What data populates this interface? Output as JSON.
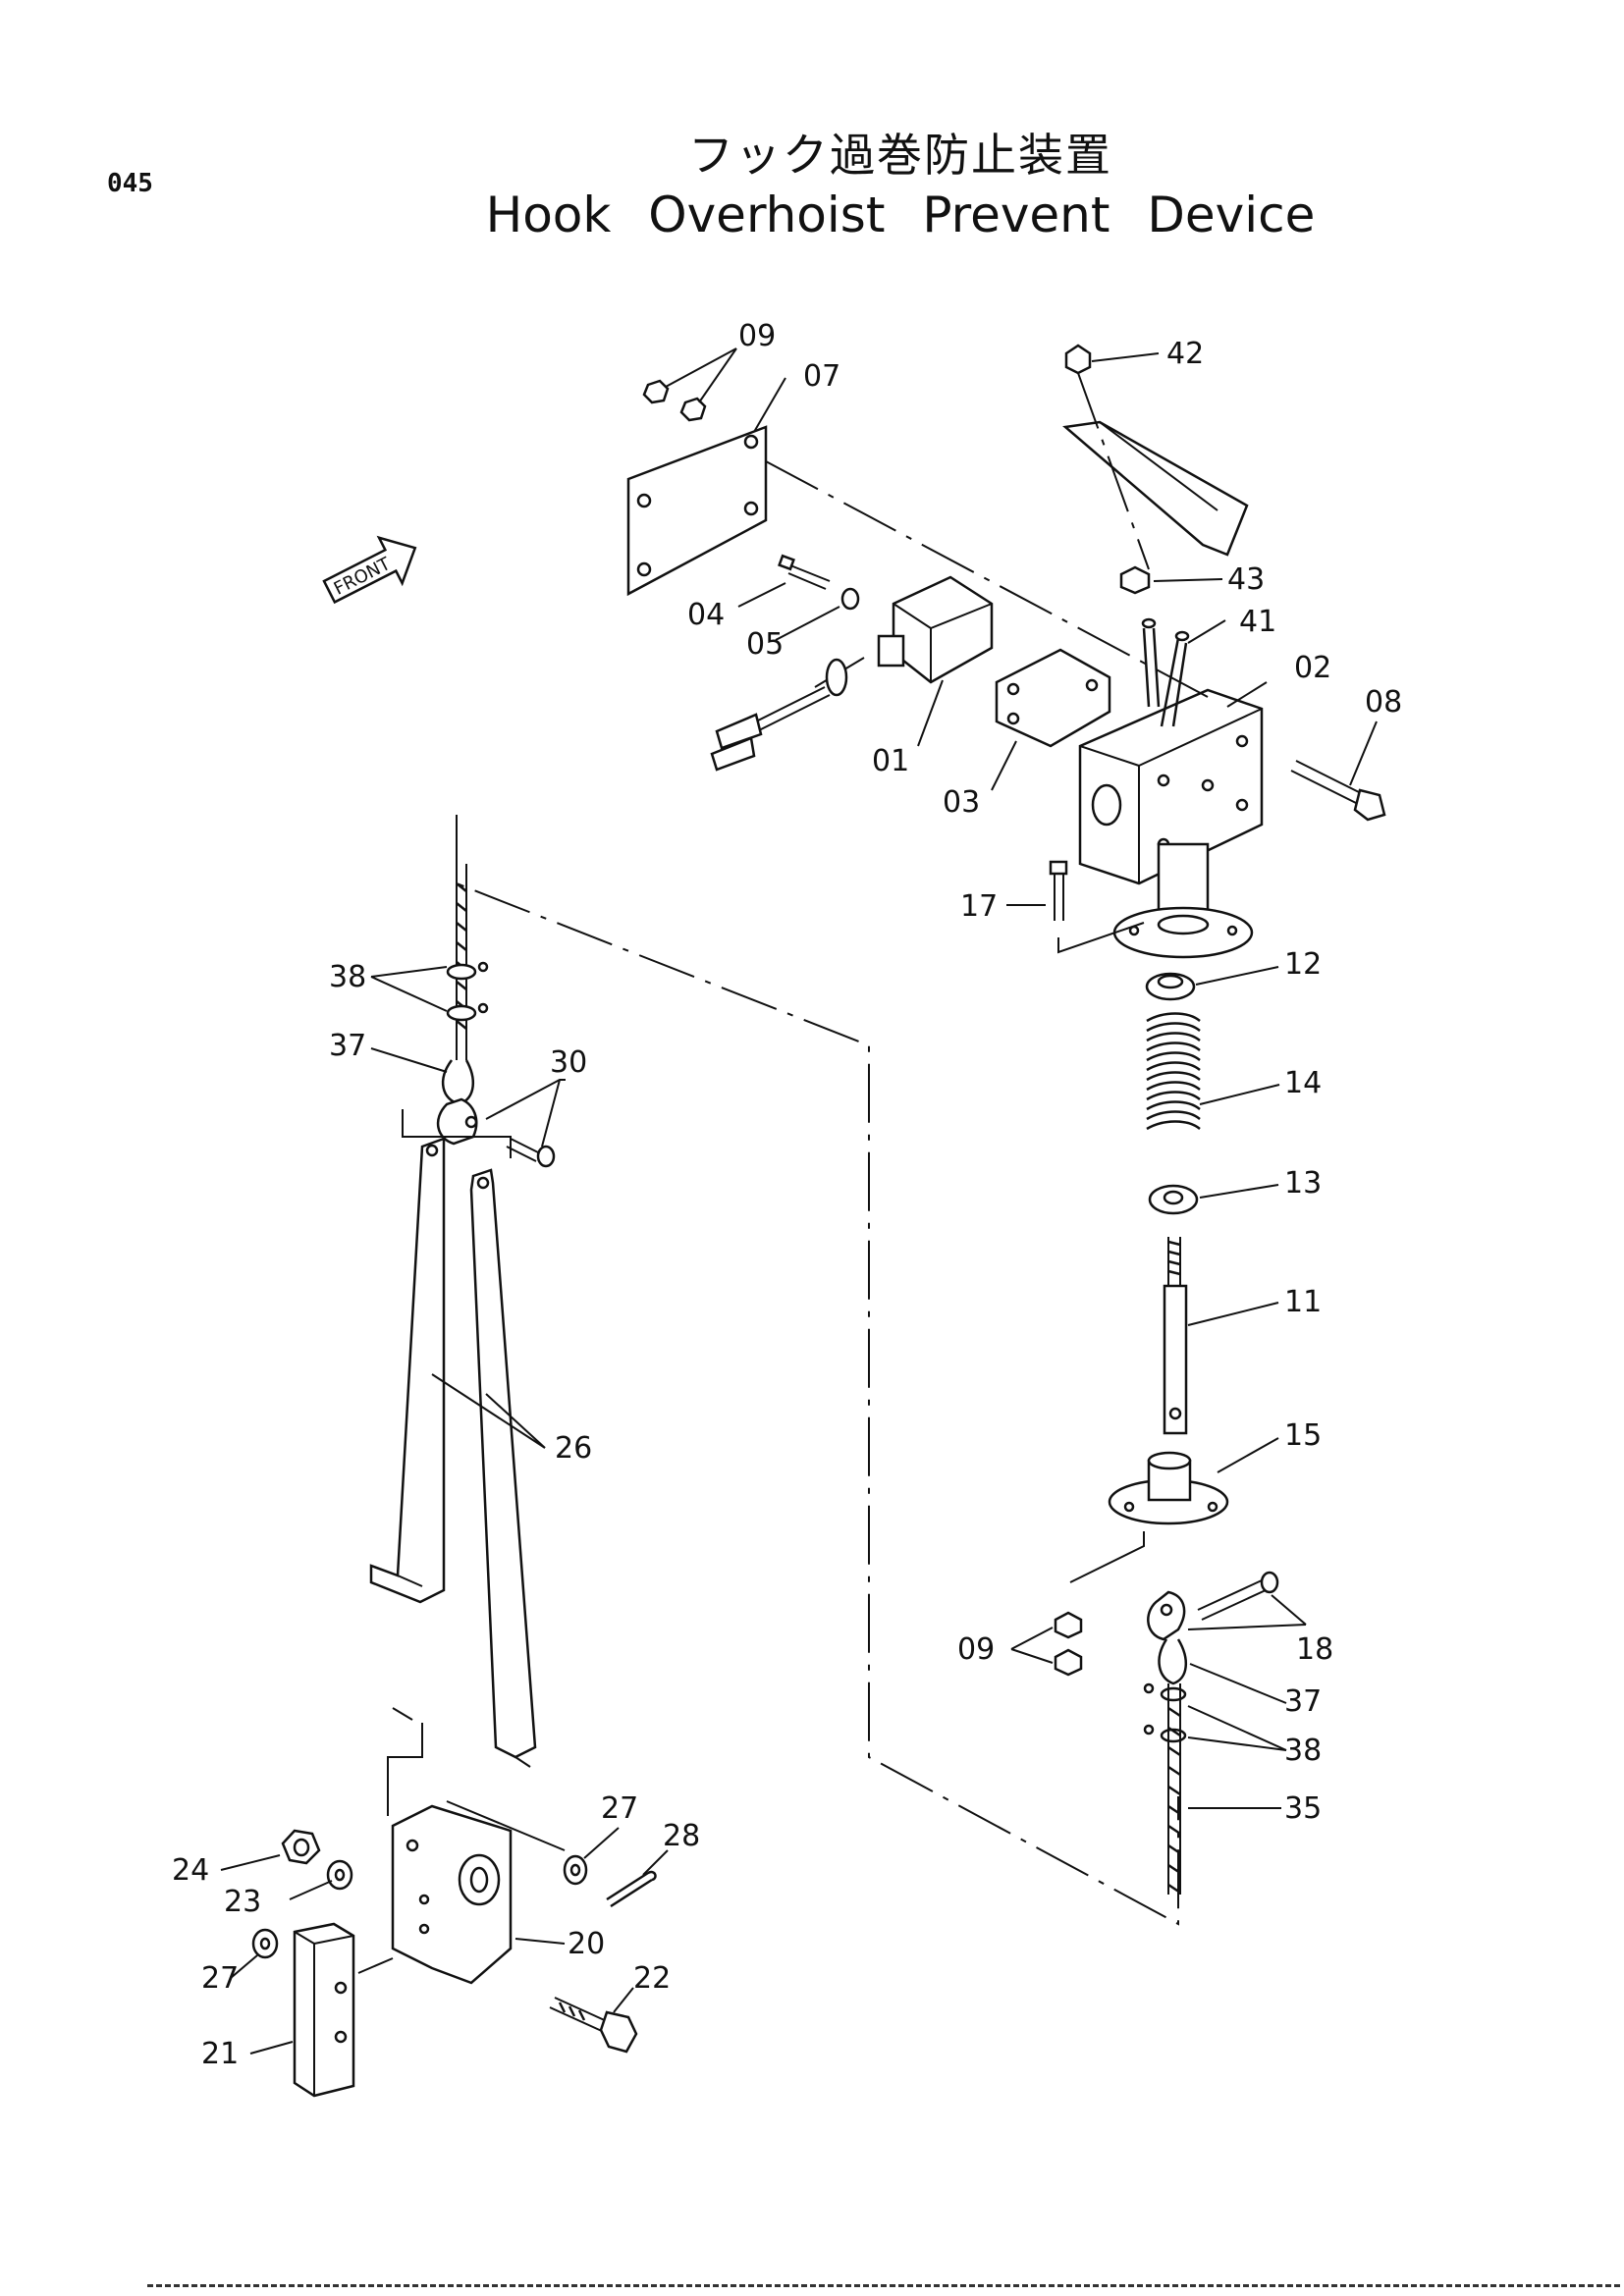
{
  "page_number": "045",
  "title_jp": "フック過巻防止装置",
  "title_en": "Hook Overhoist Prevent Device",
  "front_marker": "FRONT",
  "callouts": {
    "c01": "01",
    "c02": "02",
    "c03": "03",
    "c04": "04",
    "c05": "05",
    "c07": "07",
    "c08": "08",
    "c09a": "09",
    "c09b": "09",
    "c11": "11",
    "c12": "12",
    "c13": "13",
    "c14": "14",
    "c15": "15",
    "c17": "17",
    "c18": "18",
    "c20": "20",
    "c21": "21",
    "c22": "22",
    "c23": "23",
    "c24": "24",
    "c26": "26",
    "c27a": "27",
    "c27b": "27",
    "c28": "28",
    "c30": "30",
    "c35": "35",
    "c37a": "37",
    "c37b": "37",
    "c38a": "38",
    "c38b": "38",
    "c41": "41",
    "c42": "42",
    "c43": "43"
  }
}
